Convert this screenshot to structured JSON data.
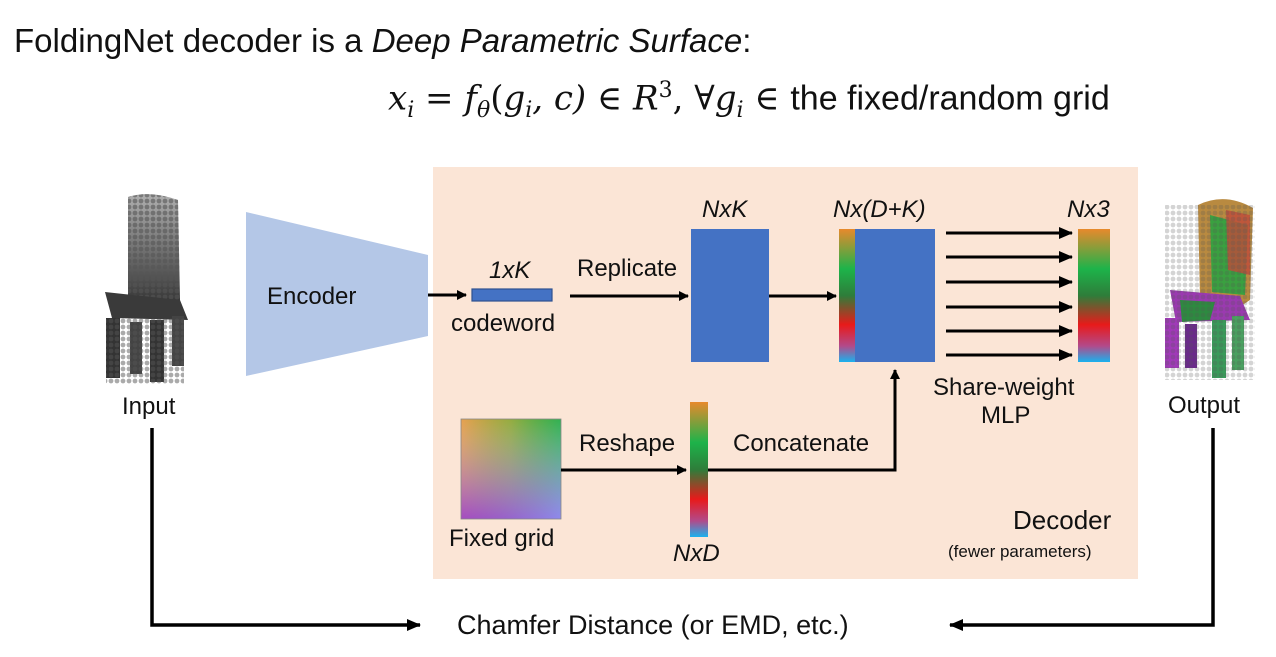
{
  "title": {
    "prefix": "FoldingNet decoder is a ",
    "emphasis": "Deep Parametric Surface",
    "suffix": ":"
  },
  "formula": {
    "lhs": "x",
    "lhs_sub": "i",
    "eq": " = ",
    "fn": "f",
    "fn_sub": "θ",
    "args_open": "(",
    "arg1": "g",
    "arg1_sub": "i",
    "args_rest": ", c)",
    "member": " ∈ ",
    "space": "R",
    "space_sup": "3",
    "forall": ", ∀",
    "var": "g",
    "var_sub": "i",
    "member2": " ∈ ",
    "tail": "the fixed/random grid"
  },
  "labels": {
    "input": "Input",
    "output": "Output",
    "encoder": "Encoder",
    "codeword_dim": "1xK",
    "codeword": "codeword",
    "replicate": "Replicate",
    "nxk": "NxK",
    "nxdk": "Nx(D+K)",
    "nx3": "Nx3",
    "share_weight_1": "Share-weight",
    "share_weight_2": "MLP",
    "fixed_grid": "Fixed grid",
    "reshape": "Reshape",
    "concatenate": "Concatenate",
    "nxd": "NxD",
    "decoder": "Decoder",
    "decoder_note": "(fewer parameters)",
    "loss": "Chamfer Distance (or EMD, etc.)"
  },
  "colors": {
    "decoder_bg": "#fbe5d6",
    "block_blue": "#4472c4",
    "encoder_fill": "#b4c7e7",
    "arrow": "#000000"
  }
}
